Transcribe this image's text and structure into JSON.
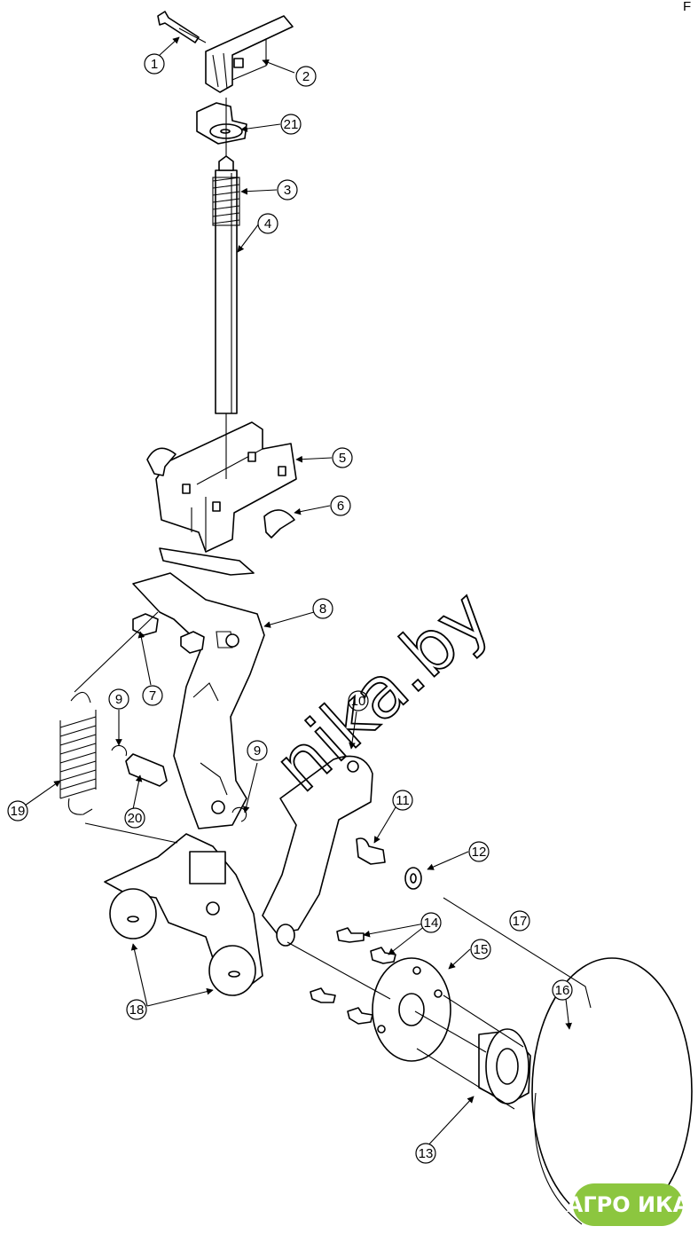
{
  "diagram": {
    "callouts": [
      "1",
      "2",
      "21",
      "3",
      "4",
      "5",
      "6",
      "8",
      "7",
      "9",
      "9",
      "19",
      "20",
      "10",
      "11",
      "12",
      "17",
      "14",
      "15",
      "16",
      "18",
      "13"
    ],
    "watermark": "nika.by",
    "logo": "АГРО ИКА",
    "corner_mark": "F"
  },
  "colors": {
    "line": "#000000",
    "logo_green": "#8cc63f",
    "background": "#ffffff"
  }
}
